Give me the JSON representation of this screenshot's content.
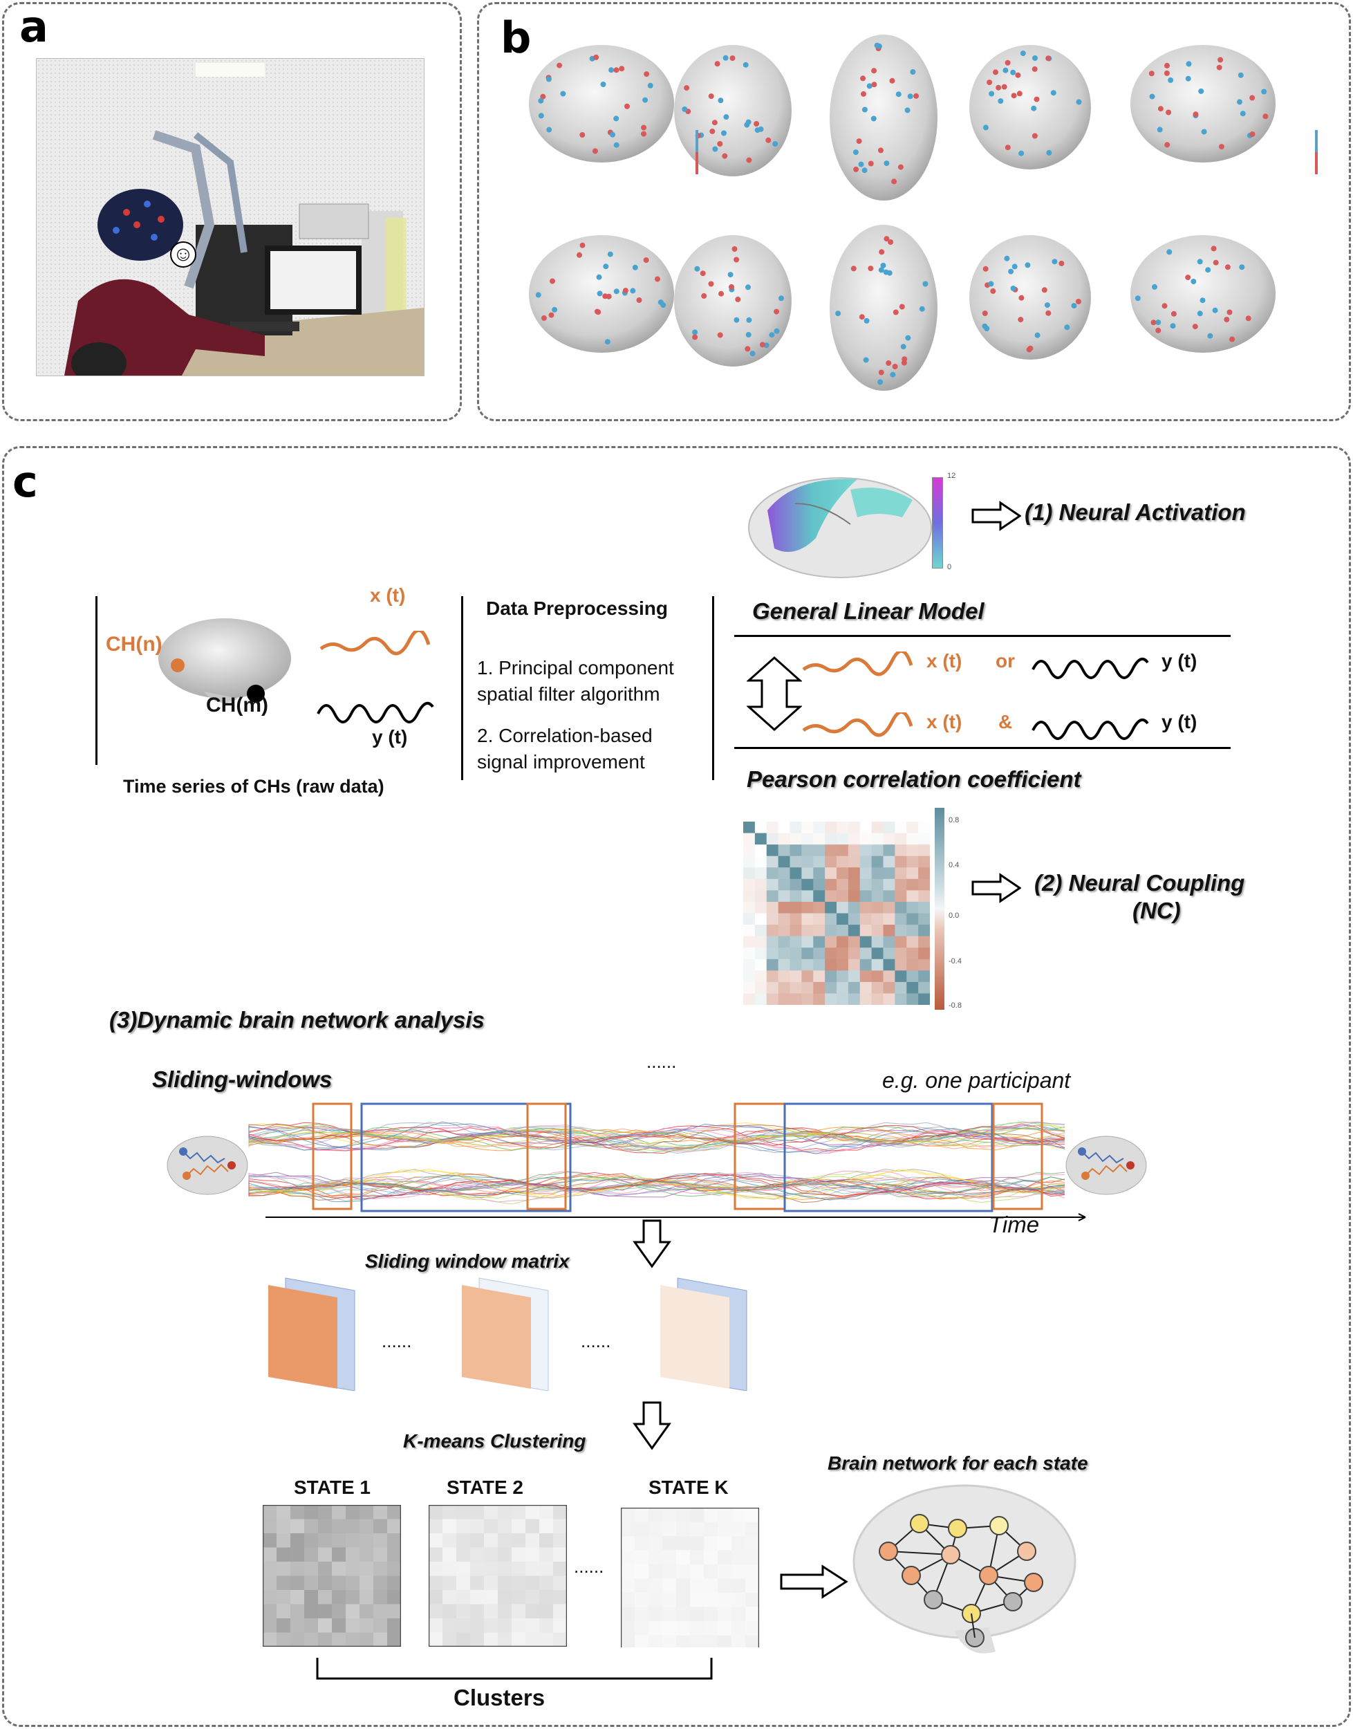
{
  "panels": {
    "a": "a",
    "b": "b",
    "c": "c"
  },
  "activation": {
    "label": "(1) Neural Activation",
    "colorbar_top": "12",
    "colorbar_bottom": "0"
  },
  "raw_series": {
    "ch_n": "CH(n)",
    "ch_m": "CH(m)",
    "x_label": "x (t)",
    "y_label": "y (t)",
    "caption": "Time series of CHs (raw data)"
  },
  "preprocessing": {
    "title": "Data Preprocessing",
    "step1_line1": "1. Principal component",
    "step1_line2": "spatial filter algorithm",
    "step2_line1": "2. Correlation-based",
    "step2_line2": "signal improvement"
  },
  "models": {
    "glm": "General Linear Model",
    "row1_x": "x (t)",
    "row1_op": "or",
    "row1_y": "y (t)",
    "row2_x": "x (t)",
    "row2_op": "&",
    "row2_y": "y (t)",
    "pearson": "Pearson correlation coefficient"
  },
  "coupling": {
    "label_line1": "(2) Neural Coupling",
    "label_line2": "(NC)",
    "colorbar_ticks": [
      "0.8",
      "0.4",
      "0.0",
      "-0.4",
      "-0.8"
    ]
  },
  "dynamic": {
    "title": "(3)Dynamic brain network analysis",
    "sliding": "Sliding-windows",
    "ellipsis": "......",
    "participant": "e.g. one participant",
    "time": "Time",
    "matrix_label": "Sliding window matrix",
    "matrix_ellipsis": "......",
    "kmeans": "K-means Clustering",
    "states": [
      "STATE 1",
      "STATE 2",
      "STATE K"
    ],
    "state_ellipsis": "......",
    "clusters": "Clusters",
    "network_label": "Brain network for each state"
  },
  "colors": {
    "orange": "#d97a3a",
    "blue_window": "#4a6fb5",
    "teal": "#5e8d9c",
    "red": "#b85a3c"
  }
}
